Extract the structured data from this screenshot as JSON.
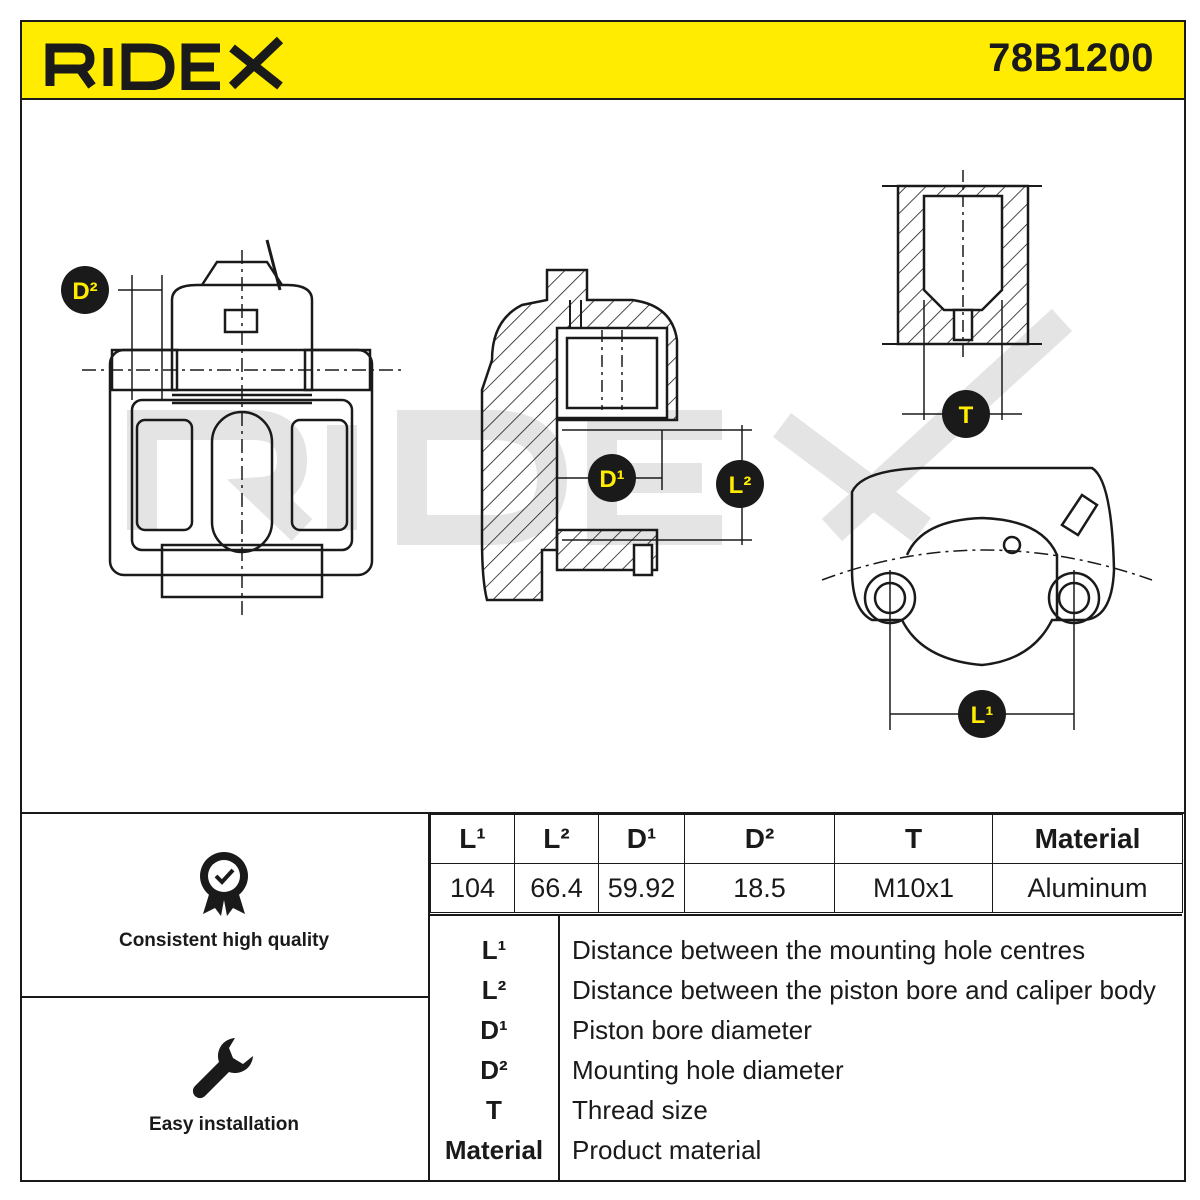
{
  "brand": {
    "name": "RIDEX",
    "part_number": "78B1200",
    "accent_color": "#ffec00",
    "watermark": "RIDEX"
  },
  "drawing": {
    "labels": {
      "d2": "D²",
      "d1": "D¹",
      "l2": "L²",
      "t": "T",
      "l1": "L¹"
    }
  },
  "features": [
    {
      "icon": "quality-badge-icon",
      "label": "Consistent high quality"
    },
    {
      "icon": "wrench-icon",
      "label": "Easy installation"
    }
  ],
  "spec_table": {
    "headers": [
      "L¹",
      "L²",
      "D¹",
      "D²",
      "T",
      "Material"
    ],
    "values": [
      "104",
      "66.4",
      "59.92",
      "18.5",
      "M10x1",
      "Aluminum"
    ]
  },
  "legend": [
    {
      "symbol": "L¹",
      "description": "Distance between the mounting hole centres"
    },
    {
      "symbol": "L²",
      "description": "Distance between the piston bore and caliper body"
    },
    {
      "symbol": "D¹",
      "description": "Piston bore diameter"
    },
    {
      "symbol": "D²",
      "description": "Mounting hole diameter"
    },
    {
      "symbol": "T",
      "description": "Thread size"
    },
    {
      "symbol": "Material",
      "description": "Product material"
    }
  ]
}
